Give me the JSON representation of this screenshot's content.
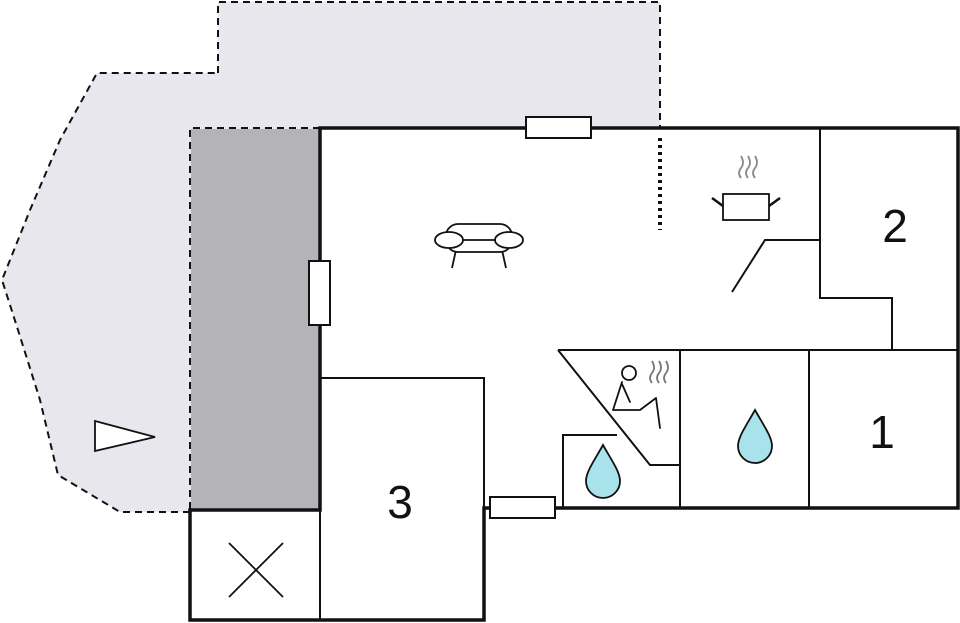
{
  "rooms": {
    "bedroom_1": "1",
    "bedroom_2": "2",
    "bedroom_3": "3"
  },
  "icons": [
    "sofa-icon",
    "cooking-pot-icon",
    "sauna-icon",
    "water-drop-icon",
    "storage-cross-icon",
    "north-arrow-icon",
    "window-icon",
    "stairs-icon"
  ],
  "colors": {
    "wall": "#111111",
    "terrace_light": "#e8e7ee",
    "terrace_dark": "#b4b4b8",
    "water": "#a8e2ea",
    "background": "#ffffff"
  }
}
